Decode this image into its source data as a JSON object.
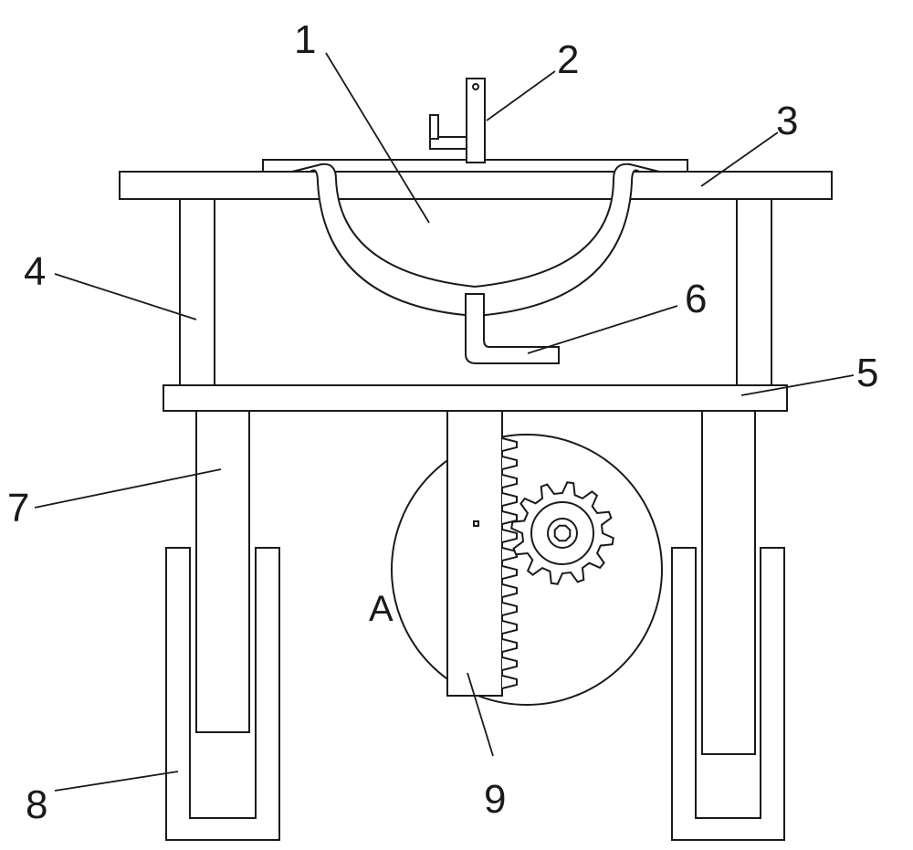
{
  "labels": {
    "n1": "1",
    "n2": "2",
    "n3": "3",
    "n4": "4",
    "n5": "5",
    "n6": "6",
    "n7": "7",
    "n8": "8",
    "n9": "9",
    "detail": "A"
  },
  "colors": {
    "line": "#1a1a1a",
    "background": "#ffffff"
  }
}
